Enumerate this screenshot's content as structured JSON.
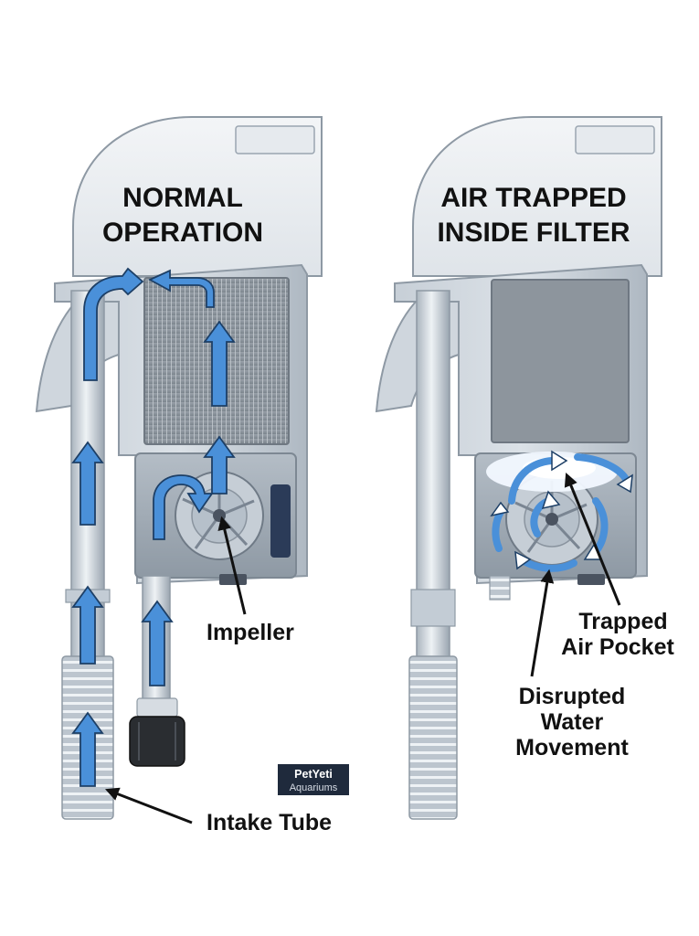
{
  "panels": {
    "normal": {
      "title_line1": "NORMAL",
      "title_line2": "OPERATION"
    },
    "trapped": {
      "title_line1": "AIR TRAPPED",
      "title_line2": "INSIDE FILTER"
    }
  },
  "labels": {
    "impeller": "Impeller",
    "intake_tube": "Intake Tube",
    "trapped_air_line1": "Trapped",
    "trapped_air_line2": "Air Pocket",
    "disrupted_line1": "Disrupted",
    "disrupted_line2": "Water",
    "disrupted_line3": "Movement"
  },
  "logo": {
    "line1": "PetYeti",
    "line2": "Aquariums"
  },
  "colors": {
    "flow_arrow": "#4a90d9",
    "arrow_outline": "#1d3f66",
    "housing": "#b9c2cc",
    "sponge": "#8a939c",
    "air_pocket": "#f2f8ff"
  }
}
